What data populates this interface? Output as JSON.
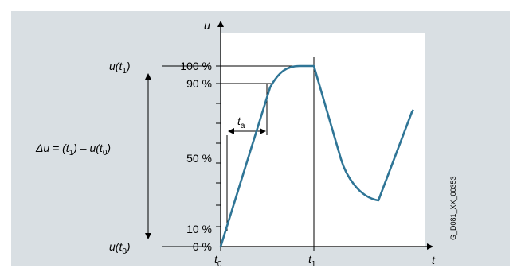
{
  "colors": {
    "panel": "#d9dfe3",
    "plot_bg": "#ffffff",
    "curve": "#2f7596",
    "axis": "#000000"
  },
  "axes": {
    "y_symbol": "u",
    "x_symbol": "t"
  },
  "y_ticks": {
    "p100": "100 %",
    "p90": "90 %",
    "p50": "50 %",
    "p10": "10 %",
    "p0": "0 %"
  },
  "x_ticks": {
    "t0": {
      "base": "t",
      "sub": "0"
    },
    "t1": {
      "base": "t",
      "sub": "1"
    }
  },
  "annotations": {
    "ut1": {
      "base": "u(t",
      "sub": "1",
      "close": ")"
    },
    "ut0": {
      "base": "u(t",
      "sub": "0",
      "close": ")"
    },
    "ta": {
      "base": "t",
      "sub": "a"
    },
    "delta": {
      "a": "Δu = (t",
      "sub1": "1",
      "b": ") – u(t",
      "sub0": "0",
      "c": ")"
    }
  },
  "doc_code": "G_D081_XX_00353"
}
